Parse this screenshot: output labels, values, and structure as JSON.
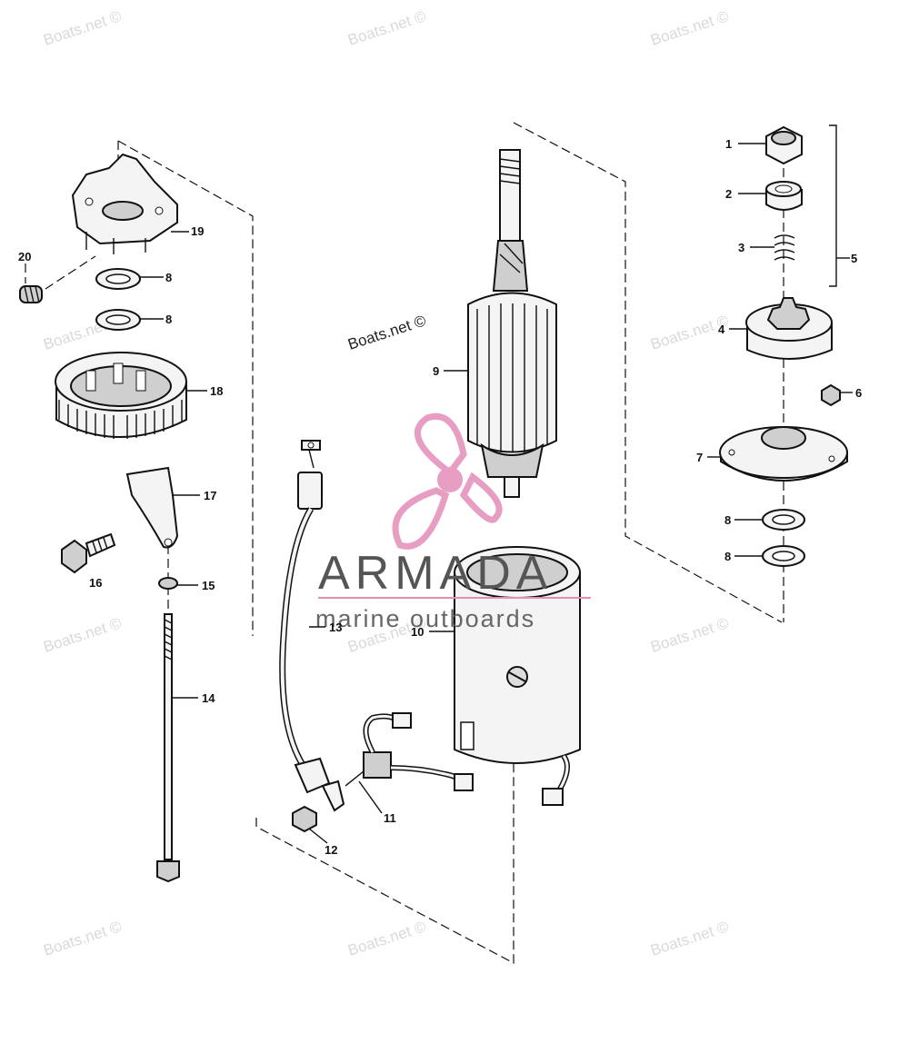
{
  "watermark": {
    "text": "Boats.net ©",
    "color": "#d9d9d9"
  },
  "logo": {
    "name": "ARMADA",
    "tagline": "marine outboards",
    "accent_color": "#e48db8",
    "text_color": "#555555"
  },
  "callouts": {
    "c1": "1",
    "c2": "2",
    "c3": "3",
    "c4": "4",
    "c5": "5",
    "c6": "6",
    "c7": "7",
    "c8a": "8",
    "c8b": "8",
    "c8c": "8",
    "c8d": "8",
    "c9": "9",
    "c10": "10",
    "c11": "11",
    "c12": "12",
    "c13": "13",
    "c14": "14",
    "c15": "15",
    "c16": "16",
    "c17": "17",
    "c18": "18",
    "c19": "19",
    "c20": "20"
  }
}
